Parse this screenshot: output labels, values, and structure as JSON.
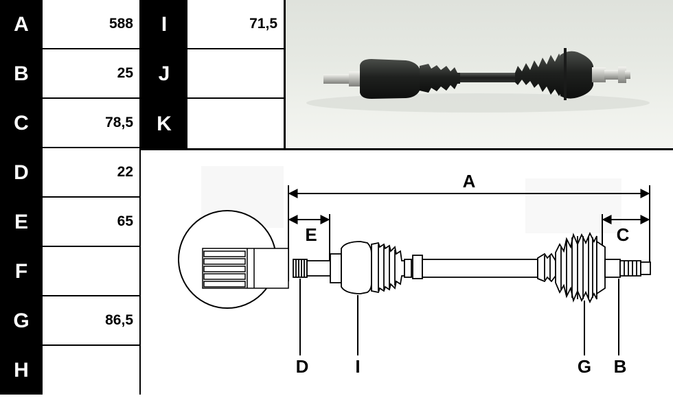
{
  "spec_table": {
    "left_column": [
      {
        "label": "A",
        "value": "588"
      },
      {
        "label": "B",
        "value": "25"
      },
      {
        "label": "C",
        "value": "78,5"
      },
      {
        "label": "D",
        "value": "22"
      },
      {
        "label": "E",
        "value": "65"
      },
      {
        "label": "F",
        "value": ""
      },
      {
        "label": "G",
        "value": "86,5"
      },
      {
        "label": "H",
        "value": ""
      }
    ],
    "right_column": [
      {
        "label": "I",
        "value": "71,5"
      },
      {
        "label": "J",
        "value": ""
      },
      {
        "label": "K",
        "value": ""
      }
    ]
  },
  "diagram": {
    "dim_total": "A",
    "dim_left_spline": "E",
    "dim_right_stub": "C",
    "callouts": [
      "D",
      "I",
      "G",
      "B"
    ]
  }
}
